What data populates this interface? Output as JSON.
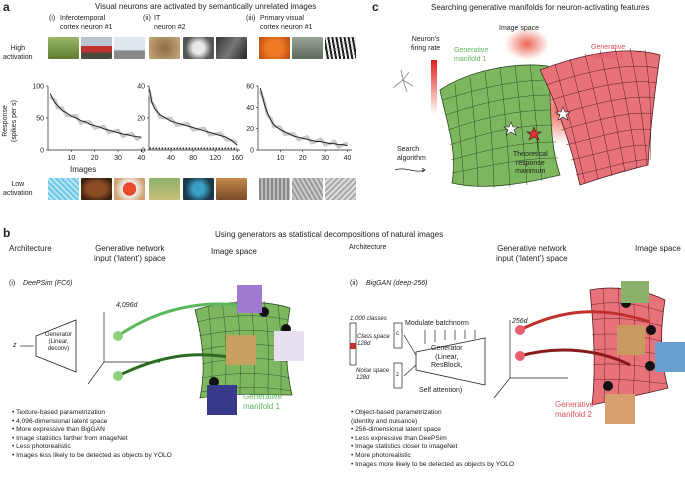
{
  "panel_a": {
    "letter": "a",
    "title": "Visual neurons are activated by semantically unrelated images",
    "row_high_label": "High\nactivation",
    "row_low_label": "Low\nactivation",
    "ylabel": "Response\n(spikes per s)",
    "xlabel": "Images",
    "neurons": [
      {
        "tag": "(i)",
        "name": "Inferotemporal\ncortex neuron #1"
      },
      {
        "tag": "(ii)",
        "name": "IT\nneuron #2"
      },
      {
        "tag": "(iii)",
        "name": "Primary visual\ncortex neuron #1"
      }
    ]
  },
  "panel_b": {
    "letter": "b",
    "title": "Using generators as statistical decompositions of natural images",
    "left": {
      "architecture": "Architecture",
      "latent_header": "Generative network\ninput (‘latent’) space",
      "image_space": "Image space",
      "model_tag": "(i)",
      "model_name": "DeePSim (FC6)",
      "z_label": "z",
      "generator_box": "Generator\n(Linear,\ndeconv)",
      "dim_label": "4,096d",
      "manifold_label": "Generative\nmanifold 1",
      "bullets": [
        "Texture-based parametrization",
        "4,096-dimensional latent space",
        "More expressive than BigGAN",
        "Image statistics farther from imageNet",
        "Less photorealistic",
        "Images less likely to be detected as objects by YOLO"
      ]
    },
    "right": {
      "architecture": "Architecture",
      "latent_header": "Generative network\ninput (‘latent’) space",
      "image_space": "Image space",
      "model_tag": "(ii)",
      "model_name": "BigGAN (deep-256)",
      "classes_label": "1,000 classes",
      "class_space": "Class space\n128d",
      "noise_space": "Noise space\n128d",
      "c_label": "c",
      "z_label": "z",
      "modulate": "Modulate batchnorm",
      "generator_box": "Generator\n(Linear,\nResBlock,",
      "self_attention": "Self attention)",
      "dim_label": "256d",
      "manifold_label": "Generative\nmanifold 2",
      "bullets": [
        "Object-based parametrization\n(identity and nuisance)",
        "256-dimensional latent space",
        "Less expressive than DeePSim",
        "Image statistics closer to imageNet",
        "More photorealistic",
        "Images more likely to be detected as objects by YOLO"
      ]
    }
  },
  "panel_c": {
    "letter": "c",
    "title": "Searching generative manifolds for neuron-activating features",
    "image_space": "Image space",
    "firing_rate": "Neuron's\nfiring rate",
    "manifold1": "Generative\nmanifold 1",
    "manifold2": "Generative\nmanifold 2",
    "search": "Search\nalgorithm",
    "max_label": "Theoretical\nresponse\nmaximum"
  },
  "colors": {
    "green": "#6aa84f",
    "green_label": "#5cb85c",
    "red": "#d9534f",
    "red_label": "#e0505a",
    "mean_line": "#222222",
    "trials": "#c8c8c8"
  },
  "chart_data": [
    {
      "type": "line",
      "xlabel": "Images",
      "ylabel": "Response (spikes per s)",
      "xlim": [
        0,
        42
      ],
      "ylim": [
        0,
        100
      ],
      "xticks": [
        10,
        20,
        30,
        40
      ],
      "yticks": [
        0,
        50,
        100
      ],
      "series": [
        {
          "x": [
            1,
            2,
            3,
            4,
            5,
            6,
            8,
            10,
            12,
            14,
            16,
            18,
            20,
            22,
            24,
            26,
            28,
            30,
            32,
            34,
            36,
            38,
            40
          ],
          "values": [
            88,
            80,
            74,
            70,
            66,
            62,
            58,
            53,
            50,
            46,
            44,
            40,
            38,
            36,
            33,
            31,
            29,
            27,
            25,
            24,
            22,
            21,
            20
          ]
        }
      ]
    },
    {
      "type": "line",
      "xlabel": "Images",
      "xlim": [
        0,
        165
      ],
      "ylim": [
        0,
        40
      ],
      "xticks": [
        40,
        80,
        120,
        160
      ],
      "yticks": [
        0,
        20,
        40
      ],
      "series": [
        {
          "x": [
            1,
            5,
            10,
            20,
            30,
            40,
            50,
            60,
            70,
            80,
            90,
            100,
            110,
            120,
            130,
            140,
            150,
            160
          ],
          "values": [
            38,
            30,
            26,
            22,
            20,
            18,
            17,
            16,
            15,
            14,
            13,
            12,
            11,
            10,
            9,
            8,
            6,
            3
          ]
        },
        {
          "style": "dotted",
          "x": [
            1,
            160
          ],
          "values": [
            1,
            1
          ]
        }
      ]
    },
    {
      "type": "line",
      "xlabel": "Images",
      "xlim": [
        0,
        42
      ],
      "ylim": [
        0,
        60
      ],
      "xticks": [
        10,
        20,
        30,
        40
      ],
      "yticks": [
        0,
        20,
        40,
        60
      ],
      "series": [
        {
          "x": [
            1,
            2,
            3,
            4,
            5,
            6,
            7,
            8,
            10,
            12,
            14,
            16,
            18,
            20,
            22,
            24,
            26,
            28,
            30,
            32,
            34,
            36,
            38,
            40
          ],
          "values": [
            58,
            50,
            42,
            36,
            31,
            27,
            24,
            22,
            19,
            17,
            15,
            13,
            12,
            11,
            10,
            9,
            8,
            8,
            7,
            6,
            6,
            5,
            5,
            4
          ]
        }
      ]
    }
  ]
}
